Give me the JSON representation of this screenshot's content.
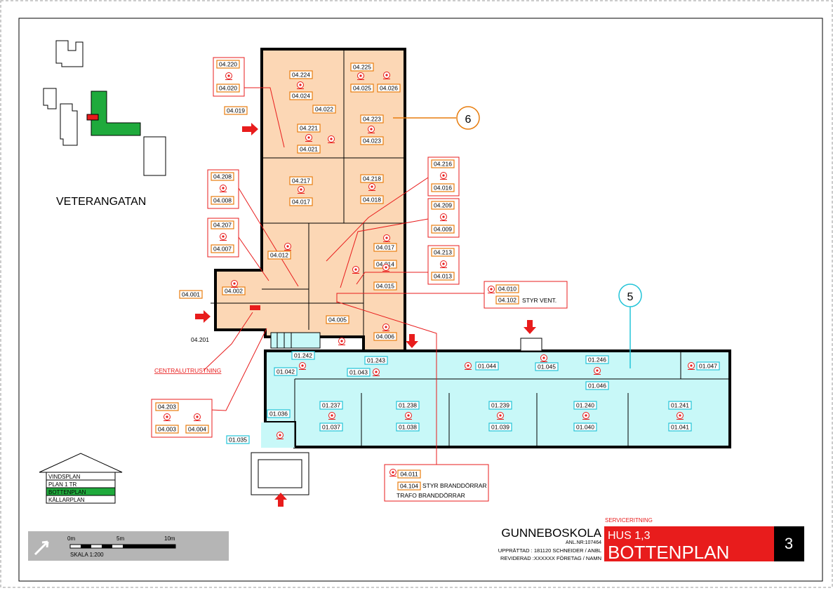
{
  "street": "VETERANGATAN",
  "zone_markers": [
    "6",
    "5"
  ],
  "colors": {
    "zone_orange": "#fcd7b5",
    "zone_cyan": "#c8f8f8",
    "orange_box": "#e87d0e",
    "cyan_box": "#23c4d8",
    "red": "#e81c1c",
    "green": "#1faa3c"
  },
  "orange_rooms": [
    {
      "a": "04.224",
      "b": "04.024",
      "icon": "smoke-detector-icon"
    },
    {
      "a": "04.225",
      "b": "04.025",
      "icon": "smoke-detector-icon"
    },
    {
      "a": "",
      "b": "04.026",
      "icon": "extra-detector-icon"
    },
    {
      "a": "04.022",
      "b": "",
      "icon": ""
    },
    {
      "a": "04.223",
      "b": "04.023",
      "icon": "smoke-detector-icon"
    },
    {
      "a": "04.221",
      "b": "04.021",
      "icon": "smoke-detector-icon"
    },
    {
      "a": "04.217",
      "b": "04.017",
      "icon": "smoke-detector-icon"
    },
    {
      "a": "04.218",
      "b": "04.018",
      "icon": "smoke-detector-icon"
    },
    {
      "a": "04.017",
      "b": "",
      "icon": ""
    },
    {
      "a": "04.012",
      "b": "",
      "icon": ""
    },
    {
      "a": "04.014",
      "b": "",
      "icon": ""
    },
    {
      "a": "04.015",
      "b": "",
      "icon": ""
    },
    {
      "a": "04.002",
      "b": "",
      "icon": ""
    },
    {
      "a": "04.005",
      "b": "",
      "icon": ""
    },
    {
      "a": "04.006",
      "b": "",
      "icon": ""
    },
    {
      "a": "04.001",
      "b": "",
      "icon": ""
    },
    {
      "a": "04.019",
      "b": "",
      "icon": ""
    }
  ],
  "callouts": [
    {
      "a": "04.220",
      "b": "04.020"
    },
    {
      "a": "04.208",
      "b": "04.008"
    },
    {
      "a": "04.207",
      "b": "04.007"
    },
    {
      "a": "04.216",
      "b": "04.016"
    },
    {
      "a": "04.209",
      "b": "04.009"
    },
    {
      "a": "04.213",
      "b": "04.013"
    }
  ],
  "callout_fan": {
    "a": "04.010",
    "b": "04.102",
    "text": "STYR VENT."
  },
  "callout_bottom": {
    "a": "04.011",
    "b": "04.104",
    "text1": "STYR BRANDDÖRRAR",
    "text2": "TRAFO BRANDDÖRRAR"
  },
  "callout_left": {
    "a": "04.203",
    "b": "04.003",
    "c": "04.004"
  },
  "free_labels": {
    "r201": "04.201",
    "central": "CENTRALUTRUSTNING"
  },
  "cyan_rooms": [
    {
      "a": "01.242",
      "b": "01.042"
    },
    {
      "a": "01.243",
      "b": "01.043"
    },
    {
      "a": "01.044",
      "b": ""
    },
    {
      "a": "01.045",
      "b": ""
    },
    {
      "a": "01.246",
      "b": "01.046"
    },
    {
      "a": "01.047",
      "b": ""
    },
    {
      "a": "01.237",
      "b": "01.037"
    },
    {
      "a": "01.238",
      "b": "01.038"
    },
    {
      "a": "01.239",
      "b": "01.039"
    },
    {
      "a": "01.240",
      "b": "01.040"
    },
    {
      "a": "01.241",
      "b": "01.041"
    },
    {
      "a": "01.036",
      "b": ""
    },
    {
      "a": "01.035",
      "b": ""
    }
  ],
  "floors": [
    "VINDSPLAN",
    "PLAN 1 TR",
    "BOTTENPLAN",
    "KÄLLARPLAN"
  ],
  "active_floor": "BOTTENPLAN",
  "scale": {
    "t0": "0m",
    "t5": "5m",
    "t10": "10m",
    "label": "SKALA 1:200"
  },
  "titleblock": {
    "school": "GUNNEBOSKOLA",
    "anl": "ANL.NR:107464",
    "upprattad": "UPPRÄTTAD : 181120  SCHNEIDER / ANBL",
    "reviderad": "REVIDERAD  :XXXXXX  FÖRETAG / NAMN",
    "service": "SERVICERITNING",
    "hus": "HUS 1,3",
    "plan": "BOTTENPLAN",
    "sheet": "3"
  }
}
